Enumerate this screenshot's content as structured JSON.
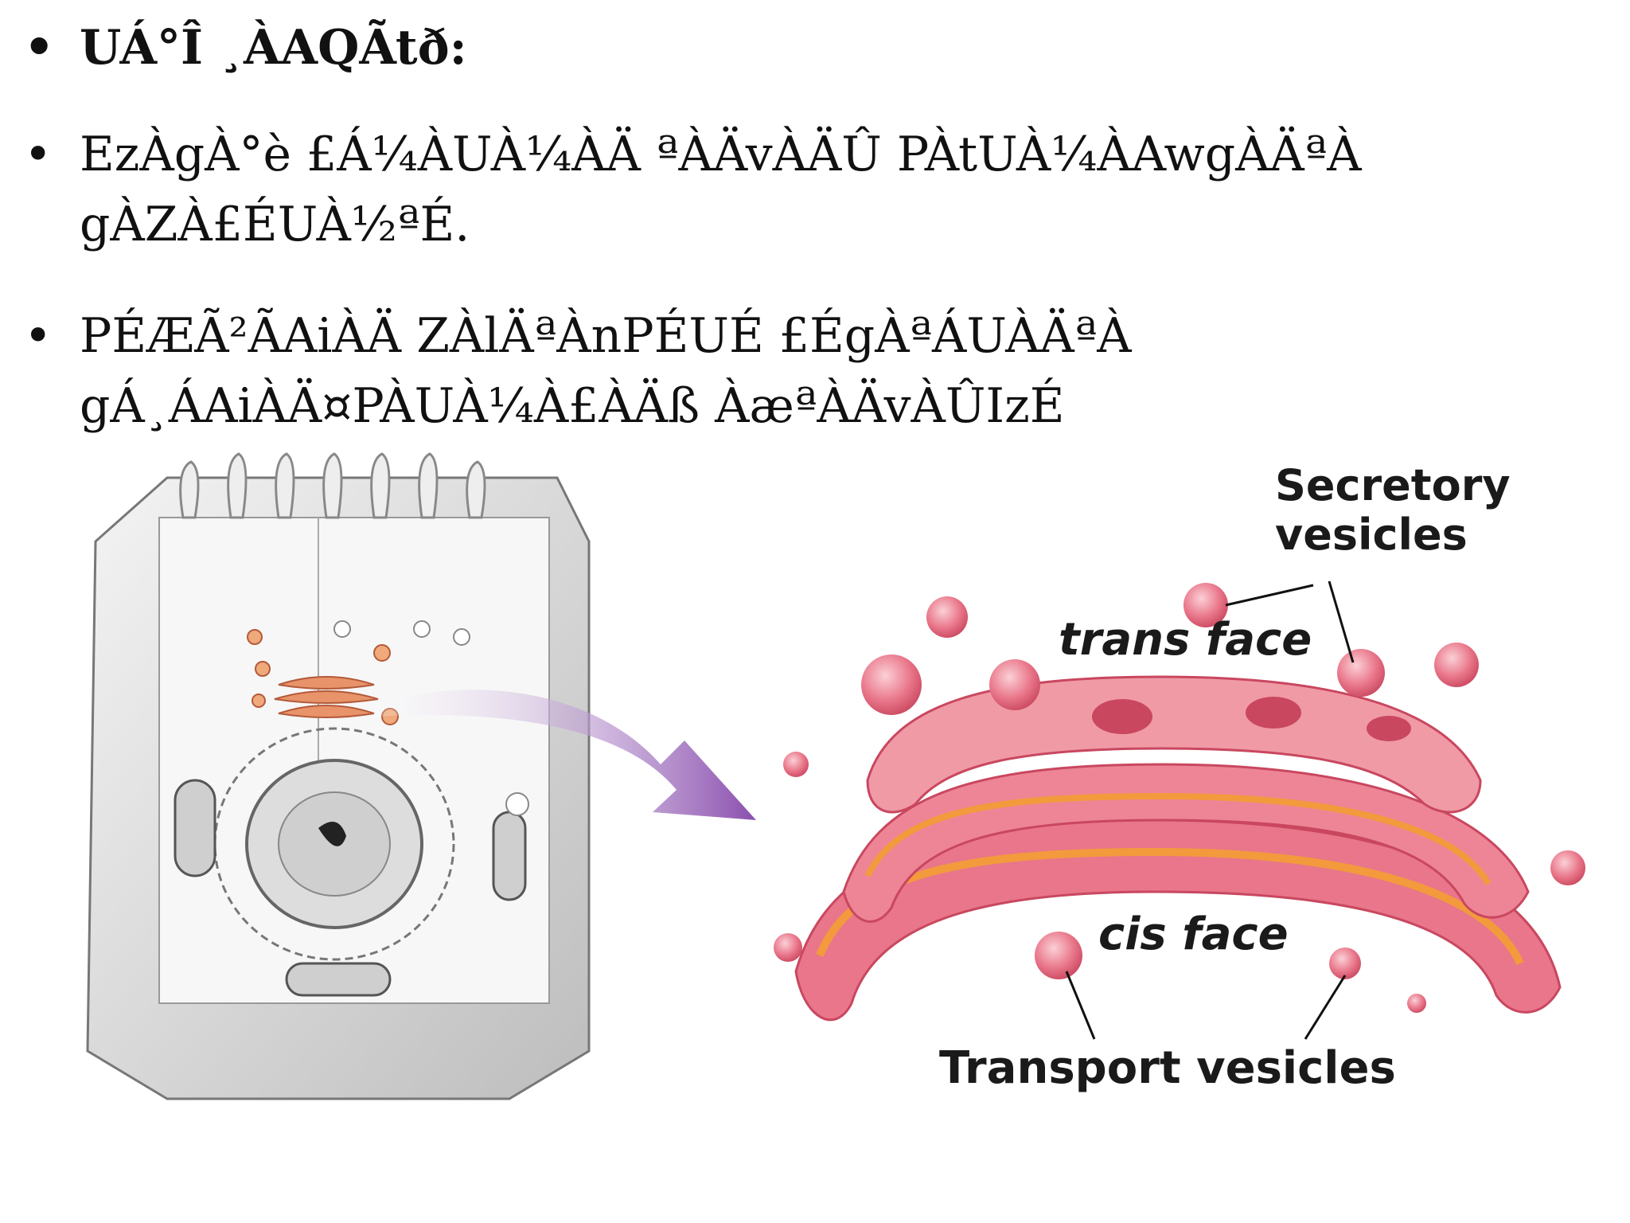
{
  "slide": {
    "title": "UÁ°Î ¸ÀAQÃtð:",
    "bullets": [
      "EzÀgÀ°è £Á¼ÀUÀ¼ÀÄ ªÀÄvÀÄÛ PÀtUÀ¼ÀAwgÀÄªÀ gÀZÀ£ÉUÀ½ªÉ.",
      "PÉÆÃ²ÃAiÀÄ ZÀlÄªÀnPÉUÉ £ÉgÀªÁUÀÄªÀ gÁ¸ÁAiÀÄ¤PÀUÀ¼À£ÀÄß ÀæªÀÄvÀÛIzÉ"
    ]
  },
  "figure": {
    "labels": {
      "secretory": "Secretory",
      "vesicles": "vesicles",
      "trans_face": "trans face",
      "cis_face": "cis face",
      "transport_vesicles": "Transport vesicles"
    },
    "colors": {
      "golgi_main": "#e9768a",
      "golgi_light": "#f4a3ad",
      "golgi_shadow": "#c9475f",
      "golgi_inner": "#f39a3d",
      "arrow": "#8a4fae",
      "cell_gray": "#d9d9d9"
    }
  }
}
